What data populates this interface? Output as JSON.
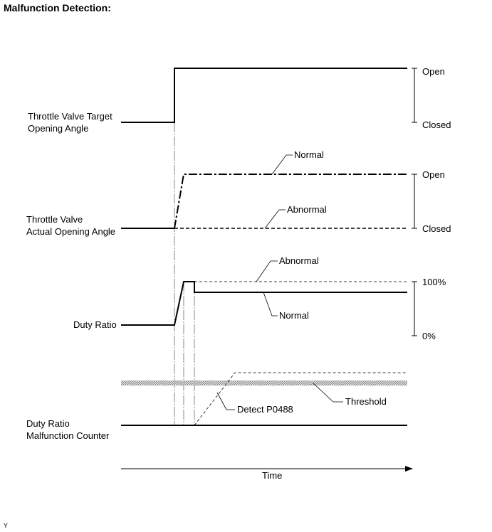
{
  "title": "Malfunction Detection:",
  "signals": {
    "target_angle": {
      "label_line1": "Throttle Valve Target",
      "label_line2": "Opening Angle",
      "scale_top": "Open",
      "scale_bottom": "Closed"
    },
    "actual_angle": {
      "label_line1": "Throttle Valve",
      "label_line2": "Actual Opening Angle",
      "scale_top": "Open",
      "scale_bottom": "Closed",
      "normal_callout": "Normal",
      "abnormal_callout": "Abnormal"
    },
    "duty_ratio": {
      "label": "Duty Ratio",
      "scale_top": "100%",
      "scale_bottom": "0%",
      "abnormal_callout": "Abnormal",
      "normal_callout": "Normal"
    },
    "counter": {
      "label_line1": "Duty Ratio",
      "label_line2": "Malfunction Counter",
      "threshold_callout": "Threshold",
      "detect_callout": "Detect P0488"
    }
  },
  "time_axis": {
    "label": "Time"
  },
  "figure_version": "Y"
}
